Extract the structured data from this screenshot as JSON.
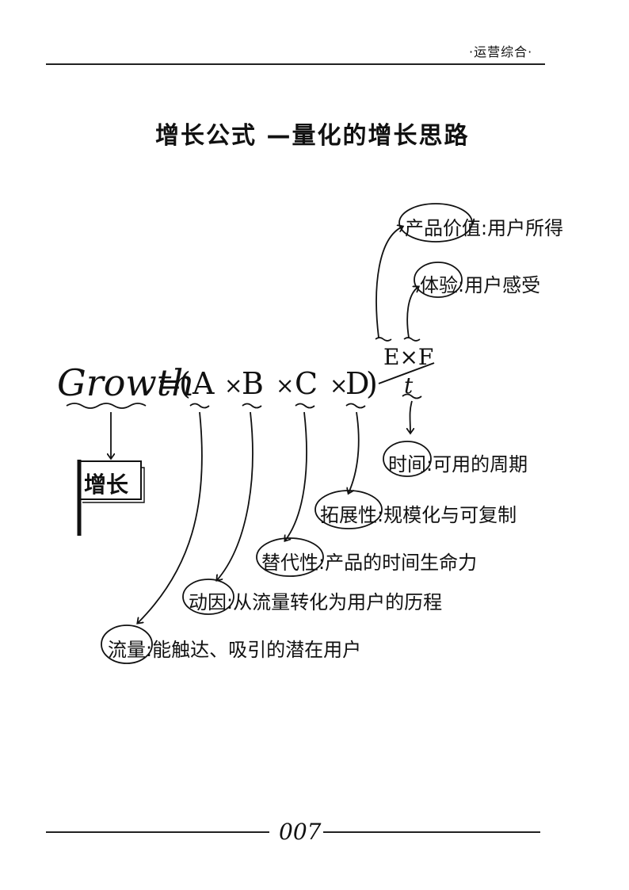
{
  "header": {
    "label": "·运营综合·"
  },
  "title": "增长公式 —量化的增长思路",
  "formula": {
    "lhs": "Growth",
    "eq": "=",
    "open": "(",
    "a": "A",
    "x1": "×",
    "b": "B",
    "x2": "×",
    "c": "C",
    "x3": "×",
    "d": "D",
    "close": ")",
    "numerator": "E×F",
    "denominator": "t"
  },
  "flag": {
    "label": "增长"
  },
  "notes": {
    "e": {
      "term": "产品价值",
      "sep": ":",
      "desc": "用户所得"
    },
    "f": {
      "term": "体验",
      "sep": ":",
      "desc": "用户感受"
    },
    "t": {
      "term": "时间",
      "sep": ":",
      "desc": "可用的周期"
    },
    "d": {
      "term": "拓展性",
      "sep": ":",
      "desc": "规模化与可复制"
    },
    "c": {
      "term": "替代性",
      "sep": ":",
      "desc": "产品的时间生命力"
    },
    "b": {
      "term": "动因",
      "sep": ":",
      "desc": "从流量转化为用户的历程"
    },
    "a": {
      "term": "流量",
      "sep": ":",
      "desc": "能触达、吸引的潜在用户"
    }
  },
  "footer": {
    "page_number": "007"
  }
}
